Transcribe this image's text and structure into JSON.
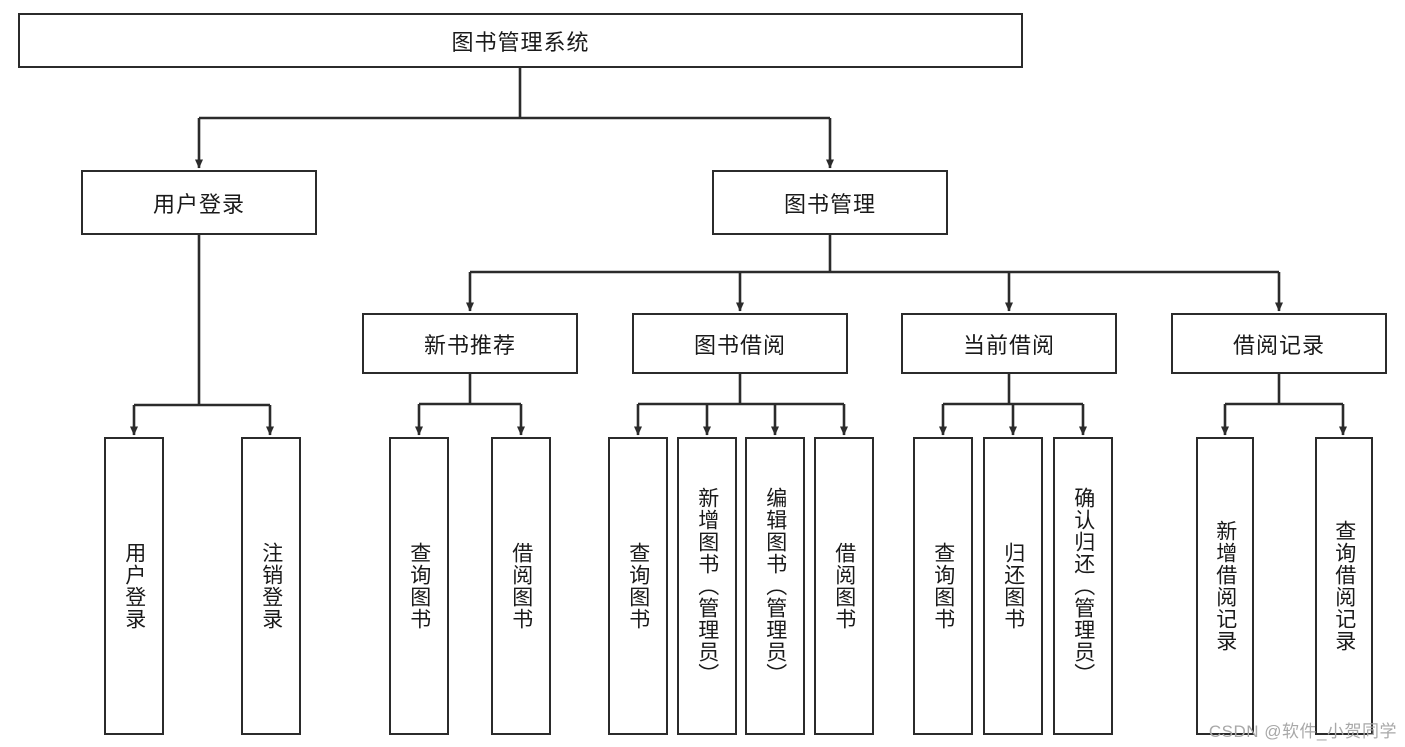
{
  "diagram": {
    "title": "图书管理系统",
    "type": "tree-hierarchy",
    "watermark": "CSDN @软件_小贺同学",
    "colors": {
      "stroke": "#2b2b2b",
      "fill": "#ffffff",
      "text": "#1a1a1a",
      "watermark": "#a8a8a8"
    },
    "nodes": {
      "root": "图书管理系统",
      "level2": {
        "user_login": "用户登录",
        "book_manage": "图书管理"
      },
      "level3": {
        "new_book_recommend": "新书推荐",
        "book_borrow": "图书借阅",
        "current_borrow": "当前借阅",
        "borrow_record": "借阅记录"
      },
      "leaves": {
        "user_login_1": "用户登录",
        "user_login_2": "注销登录",
        "recommend_1": "查询图书",
        "recommend_2": "借阅图书",
        "borrow_1": "查询图书",
        "borrow_2": "新增图书（管理员）",
        "borrow_3": "编辑图书（管理员）",
        "borrow_4": "借阅图书",
        "current_1": "查询图书",
        "current_2": "归还图书",
        "current_3": "确认归还（管理员）",
        "record_1": "新增借阅记录",
        "record_2": "查询借阅记录"
      }
    }
  }
}
